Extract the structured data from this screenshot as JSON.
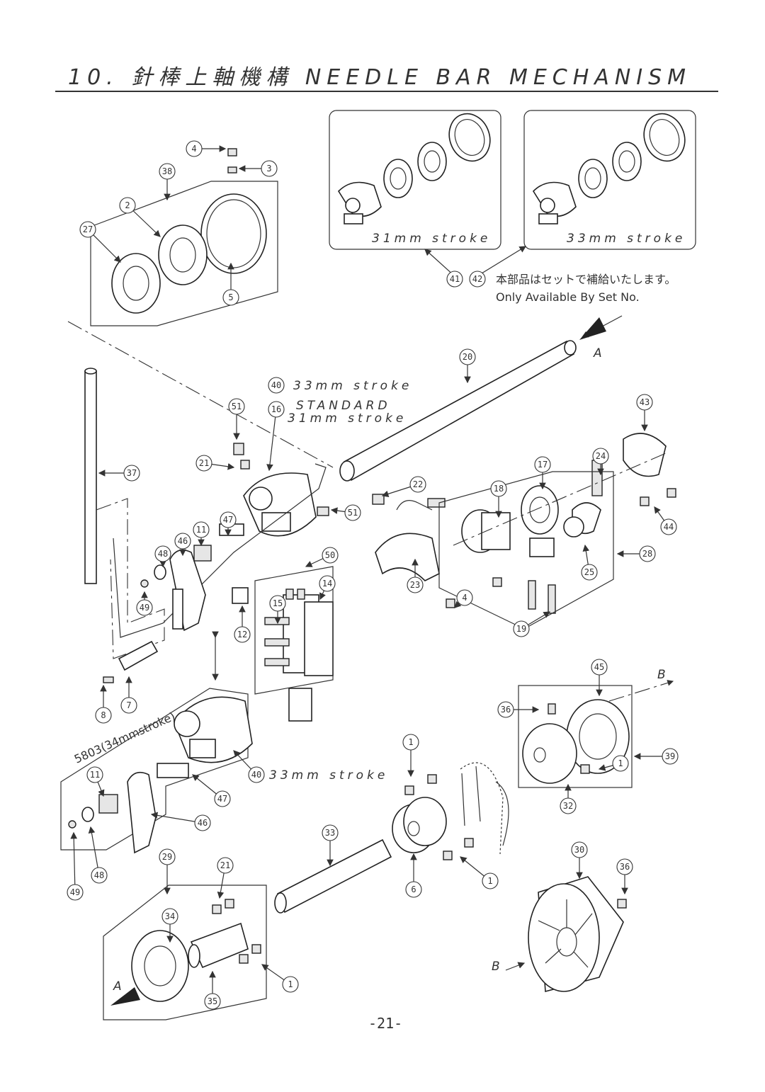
{
  "title": {
    "number": "10.",
    "japanese": "針棒上軸機構",
    "english": "NEEDLE BAR MECHANISM"
  },
  "inset_captions": {
    "left": "31mm stroke",
    "right": "33mm stroke"
  },
  "set_note": {
    "japanese": "本部品はセットで補給いたします。",
    "english": "Only Available By Set No."
  },
  "callouts": {
    "stroke_33": "33mm stroke",
    "standard": "STANDARD",
    "stroke_31": "31mm stroke",
    "alt_variant": "5803(34mmstroke)",
    "stroke_33_lower": "33mm stroke"
  },
  "arrows": {
    "a_top": "A",
    "a_bottom": "A",
    "b_right": "B",
    "b_bottom": "B"
  },
  "part_numbers": [
    "1",
    "2",
    "3",
    "4",
    "5",
    "6",
    "7",
    "8",
    "11",
    "12",
    "14",
    "15",
    "16",
    "17",
    "18",
    "19",
    "20",
    "21",
    "22",
    "23",
    "24",
    "25",
    "27",
    "28",
    "29",
    "30",
    "32",
    "33",
    "34",
    "35",
    "36",
    "37",
    "38",
    "39",
    "40",
    "41",
    "42",
    "43",
    "44",
    "45",
    "46",
    "47",
    "48",
    "49",
    "50",
    "51"
  ],
  "page_number": "-21-"
}
